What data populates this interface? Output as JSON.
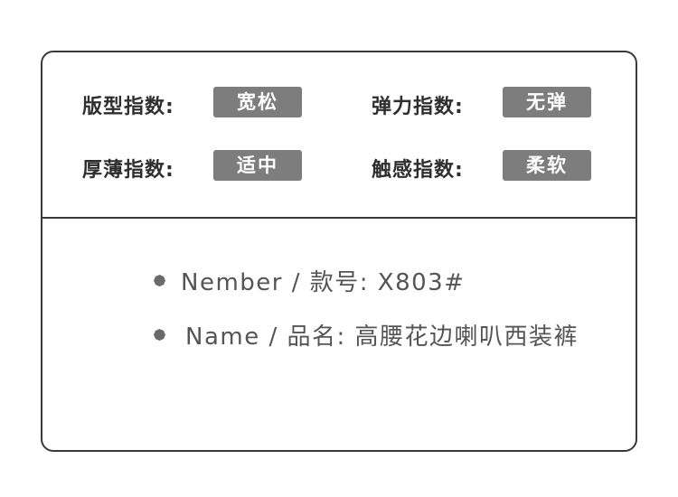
{
  "attributes": [
    {
      "label": "版型指数:",
      "value": "宽松"
    },
    {
      "label": "弹力指数:",
      "value": "无弹"
    },
    {
      "label": "厚薄指数:",
      "value": "适中"
    },
    {
      "label": "触感指数:",
      "value": "柔软"
    }
  ],
  "product": {
    "number_line": "Nember  / 款号: X803#",
    "name_line": "Name / 品名: 高腰花边喇叭西装裤"
  }
}
